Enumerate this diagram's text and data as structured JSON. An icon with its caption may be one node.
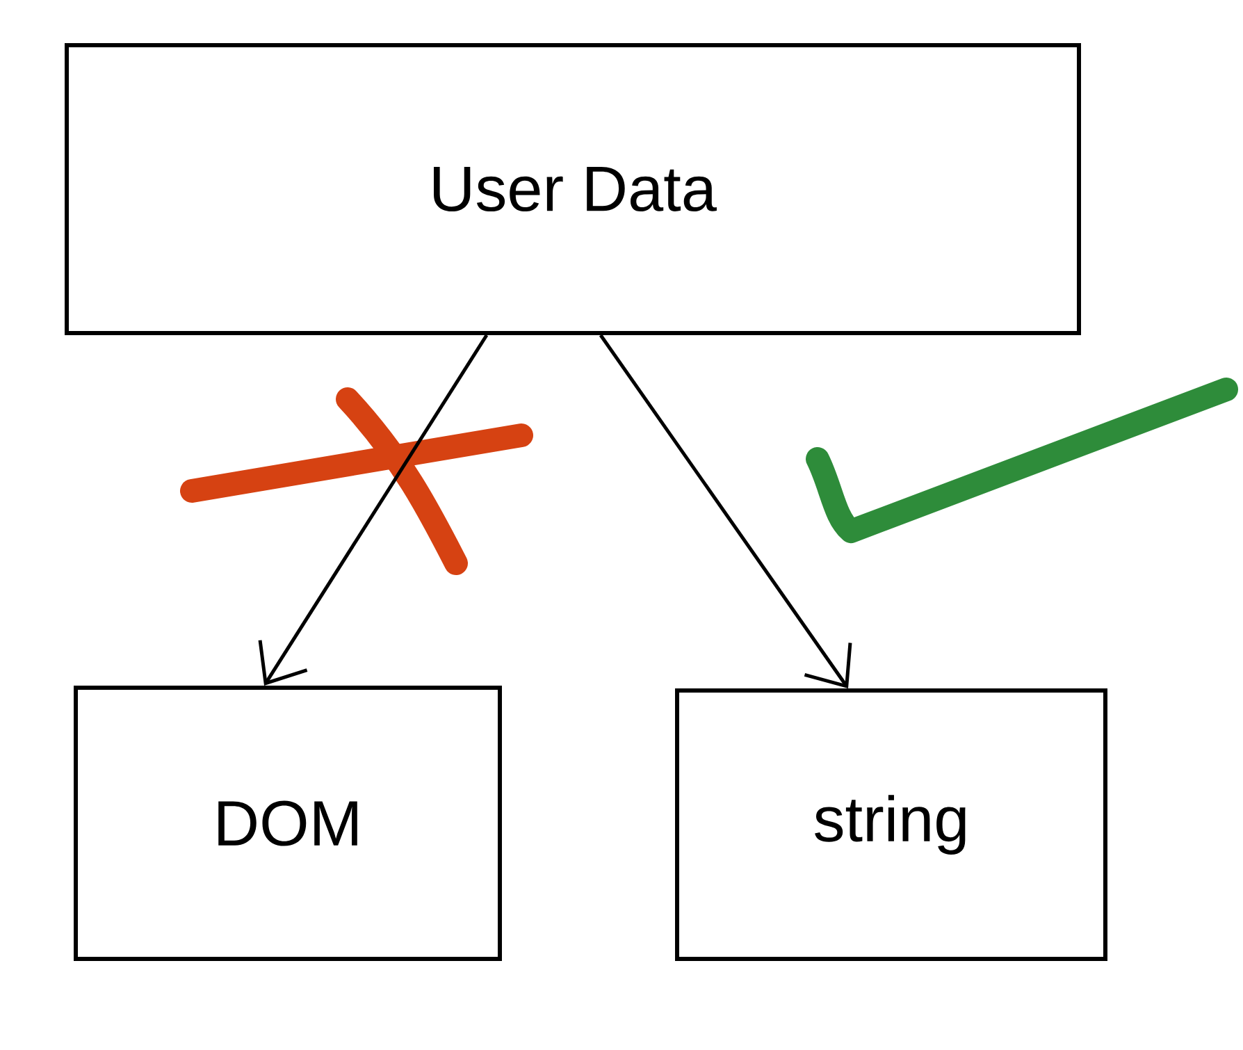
{
  "diagram": {
    "nodes": [
      {
        "text": [
          "User Data"
        ]
      },
      {
        "text": [
          "DOM"
        ]
      },
      {
        "text": [
          "string"
        ]
      }
    ],
    "edges": [
      {
        "from": 0,
        "to": 1,
        "arrow": "to"
      },
      {
        "from": 0,
        "to": 2,
        "arrow": "to"
      }
    ]
  }
}
